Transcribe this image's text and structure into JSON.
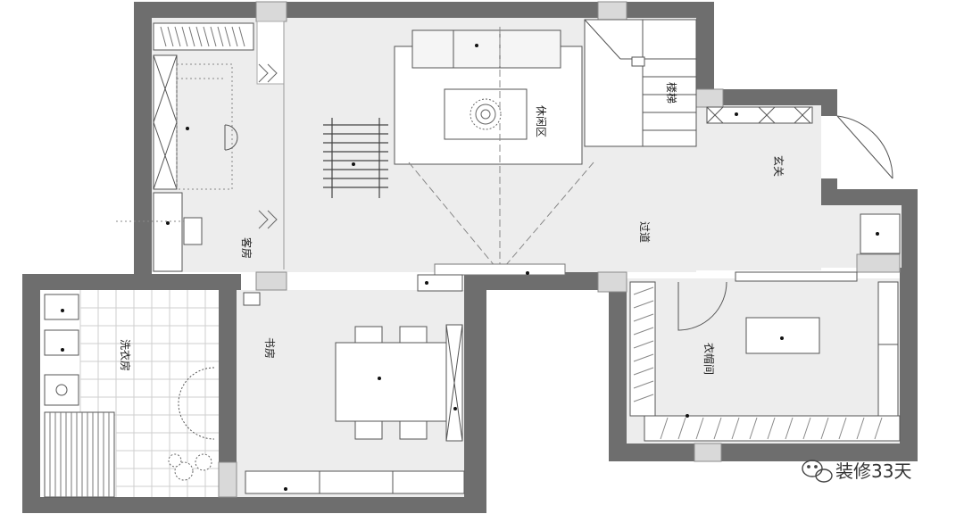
{
  "rooms": {
    "stairs": "楼梯",
    "leisure": "休闲区",
    "entrance": "玄关",
    "guest": "客房",
    "corridor": "过道",
    "study": "书房",
    "laundry": "洗衣房",
    "closet": "衣帽间"
  },
  "watermark": "装修33天",
  "colors": {
    "wall": "#6e6e6e",
    "floor": "#ededed",
    "line": "#555555"
  }
}
